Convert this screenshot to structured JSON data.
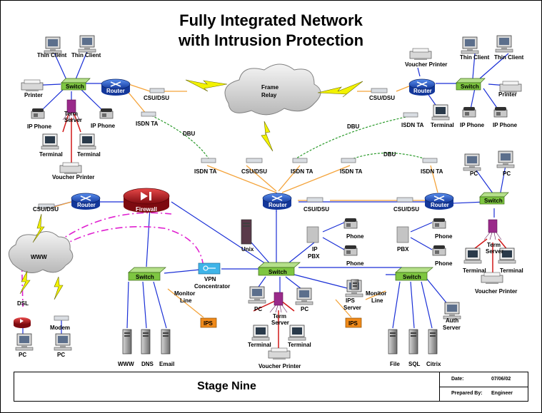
{
  "title": {
    "line1": "Fully Integrated Network",
    "line2": "with Intrusion Protection"
  },
  "title_block": {
    "stage": "Stage Nine",
    "date_label": "Date:",
    "date_value": "07/06/02",
    "prepared_label": "Prepared By:",
    "prepared_value": "Engineer"
  },
  "labels": {
    "thin_client": "Thin Client",
    "printer": "Printer",
    "switch": "Switch",
    "router": "Router",
    "csu_dsu": "CSU/DSU",
    "frame_relay_1": "Frame",
    "frame_relay_2": "Relay",
    "ip_phone": "IP Phone",
    "term": "Term",
    "server": "Server",
    "terminal": "Terminal",
    "voucher_printer": "Voucher Printer",
    "isdn_ta": "ISDN TA",
    "dbu": "DBU",
    "pc": "PC",
    "firewall": "Firewall",
    "www": "WWW",
    "unix": "Unix",
    "ip": "IP",
    "pbx": "PBX",
    "phone": "Phone",
    "vpn_1": "VPN",
    "vpn_2": "Concentrator",
    "monitor": "Monitor",
    "line": "Line",
    "ips": "IPS",
    "ips_server_1": "IPS",
    "ips_server_2": "Server",
    "auth": "Auth",
    "dsl": "DSL",
    "modem": "Modem",
    "dns": "DNS",
    "email": "Email",
    "file": "File",
    "sql": "SQL",
    "citrix": "Citrix"
  },
  "colors": {
    "switch_green": "#7ec641",
    "router_blue": "#1f56c4",
    "firewall_red": "#c0121c",
    "lan_blue": "#1a2fd6",
    "wan_orange": "#f4a33a",
    "dbu_green": "#2a9a2a",
    "internet_magenta": "#e020d0",
    "serial_red": "#d01818",
    "lightning_yellow": "#f2f200",
    "ips_orange": "#f08a1a",
    "vpn_cyan": "#3fb4e8"
  }
}
